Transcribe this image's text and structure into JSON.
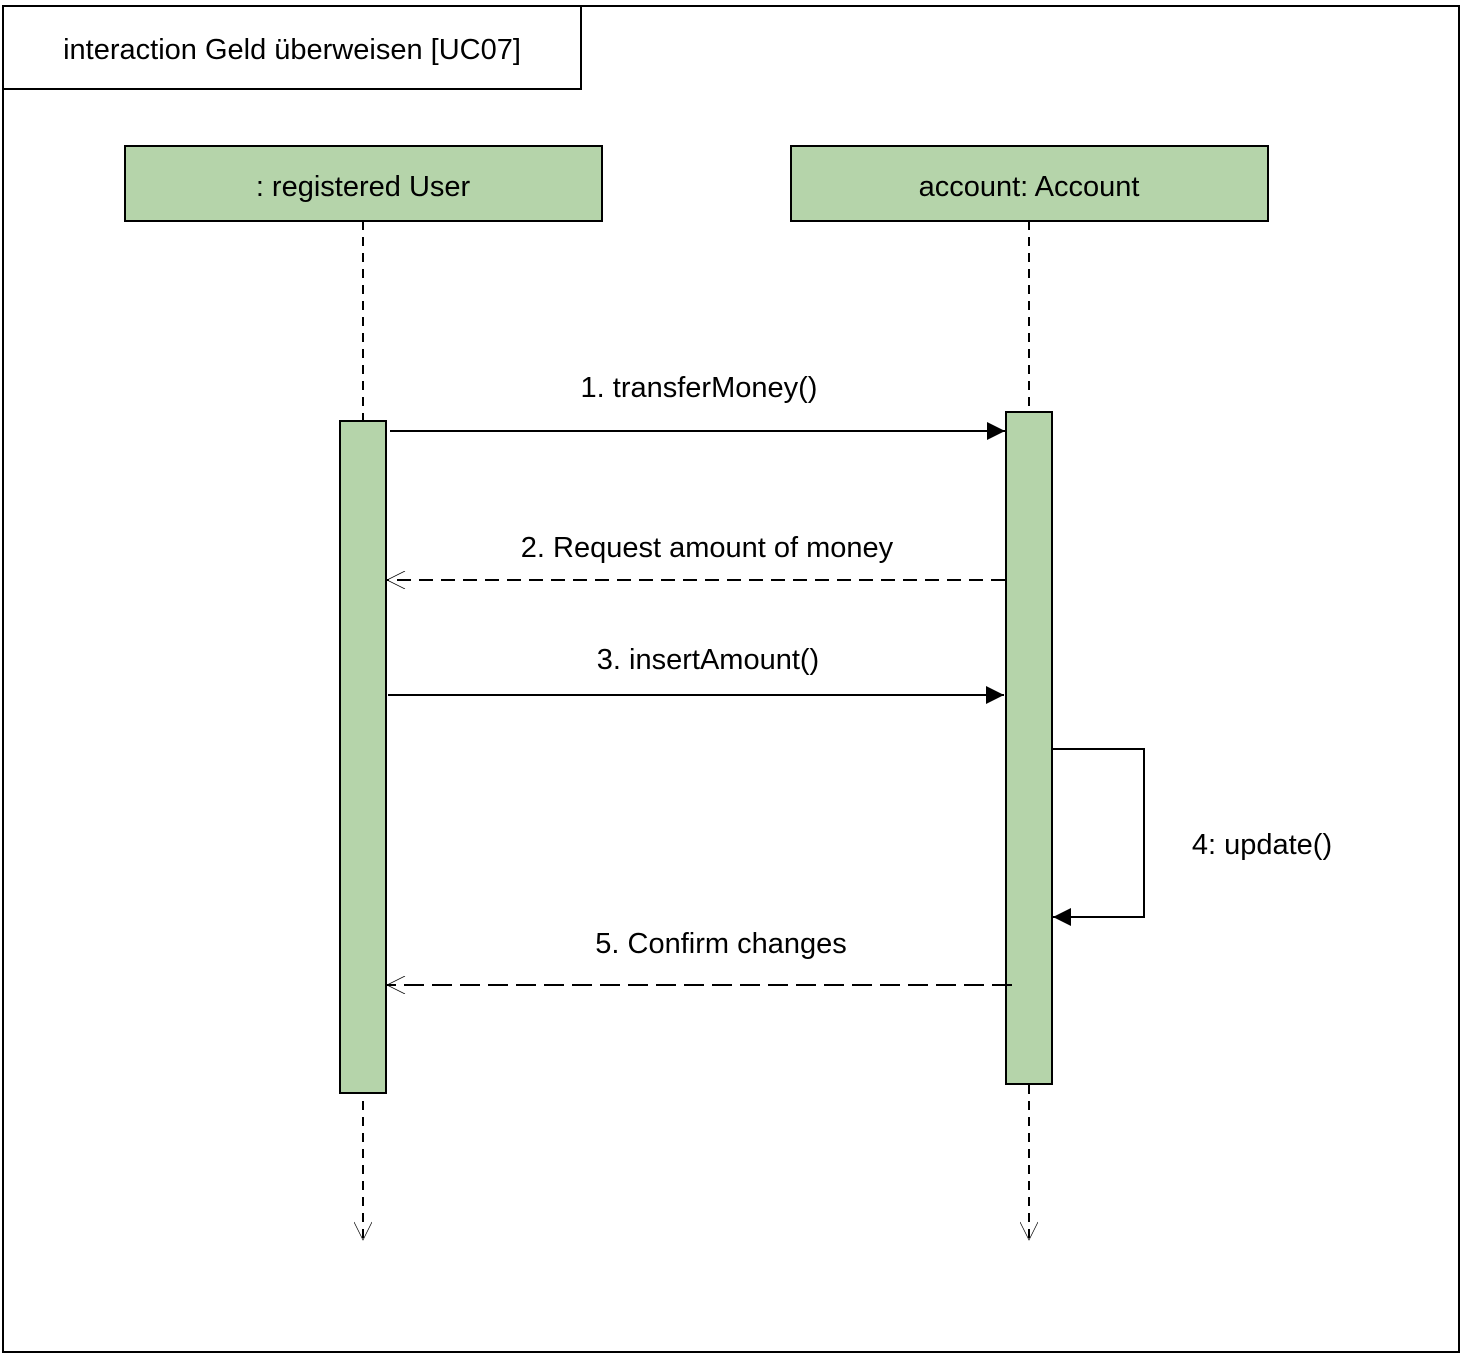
{
  "frame": {
    "title": "interaction Geld überweisen [UC07]"
  },
  "lifelines": [
    {
      "id": "user",
      "label": ": registered User"
    },
    {
      "id": "account",
      "label": "account: Account"
    }
  ],
  "messages": [
    {
      "label": "1. transferMoney()",
      "from": "user",
      "to": "account",
      "kind": "synchronous"
    },
    {
      "label": "2. Request amount of money",
      "from": "account",
      "to": "user",
      "kind": "reply"
    },
    {
      "label": "3. insertAmount()",
      "from": "user",
      "to": "account",
      "kind": "synchronous"
    },
    {
      "label": "4: update()",
      "from": "account",
      "to": "account",
      "kind": "self"
    },
    {
      "label": "5. Confirm changes",
      "from": "account",
      "to": "user",
      "kind": "reply"
    }
  ],
  "colors": {
    "participant_fill": "#b5d4aa",
    "stroke": "#000000"
  }
}
